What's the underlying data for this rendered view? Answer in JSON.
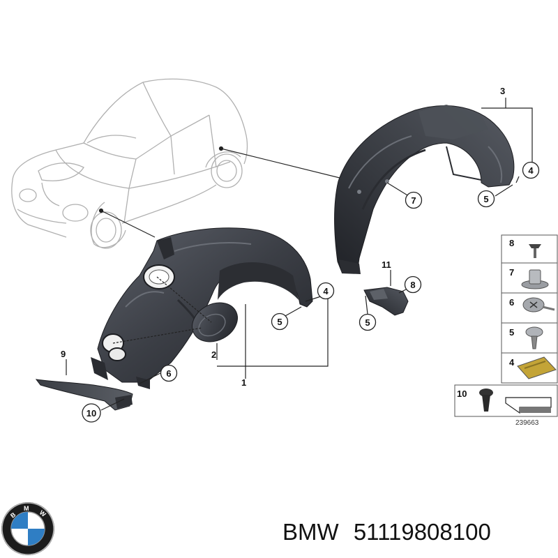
{
  "diagram": {
    "labels": {
      "l1": "1",
      "l2": "2",
      "l3": "3",
      "l4a": "4",
      "l4b": "4",
      "l5a": "5",
      "l5b": "5",
      "l5c": "5",
      "l6": "6",
      "l7": "7",
      "l8": "8",
      "l9": "9",
      "l10": "10",
      "l11": "11"
    }
  },
  "legend": {
    "items": [
      "8",
      "7",
      "6",
      "5",
      "4"
    ],
    "bottom_item": "10"
  },
  "figure_number": "239663",
  "footer": {
    "brand": "BMW",
    "part_number": "51119808100",
    "logo_letters": "BMW"
  },
  "colors": {
    "part_fill": "#3a3d44",
    "part_dark": "#25272c",
    "part_light": "#5a5e66",
    "line": "#222222",
    "car_outline": "#b0b0b0",
    "bmw_blue": "#2f7ec4",
    "bmw_ring": "#1a1a1a"
  }
}
